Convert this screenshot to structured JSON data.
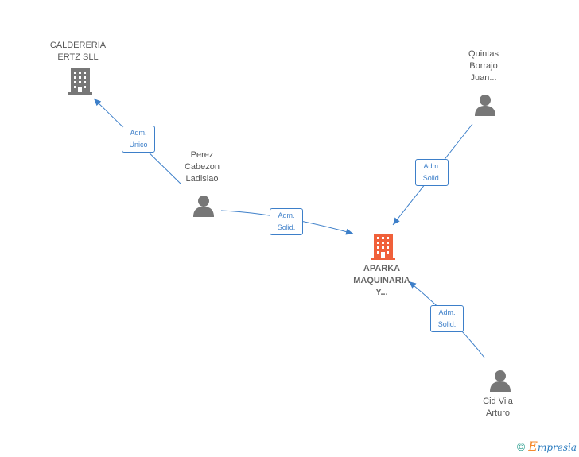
{
  "colors": {
    "edge": "#3d7fc9",
    "person": "#777777",
    "company": "#777777",
    "main_company": "#f0603a"
  },
  "nodes": {
    "caldereria": {
      "label_line1": "CALDERERIA",
      "label_line2": "ERTZ SLL",
      "icon": "building-icon"
    },
    "quintas": {
      "label_line1": "Quintas",
      "label_line2": "Borrajo",
      "label_line3": "Juan...",
      "icon": "person-icon"
    },
    "perez": {
      "label_line1": "Perez",
      "label_line2": "Cabezon",
      "label_line3": "Ladislao",
      "icon": "person-icon"
    },
    "aparka": {
      "label_line1": "APARKA",
      "label_line2": "MAQUINARIA",
      "label_line3": "Y...",
      "icon": "building-icon"
    },
    "cid": {
      "label_line1": "Cid Vila",
      "label_line2": "Arturo",
      "icon": "person-icon"
    }
  },
  "edges": {
    "perez_caldereria": {
      "line1": "Adm.",
      "line2": "Unico"
    },
    "perez_aparka": {
      "line1": "Adm.",
      "line2": "Solid."
    },
    "quintas_aparka": {
      "line1": "Adm.",
      "line2": "Solid."
    },
    "cid_aparka": {
      "line1": "Adm.",
      "line2": "Solid."
    }
  },
  "footer": {
    "copyright": "©",
    "brand_first": "E",
    "brand_rest": "mpresia"
  }
}
